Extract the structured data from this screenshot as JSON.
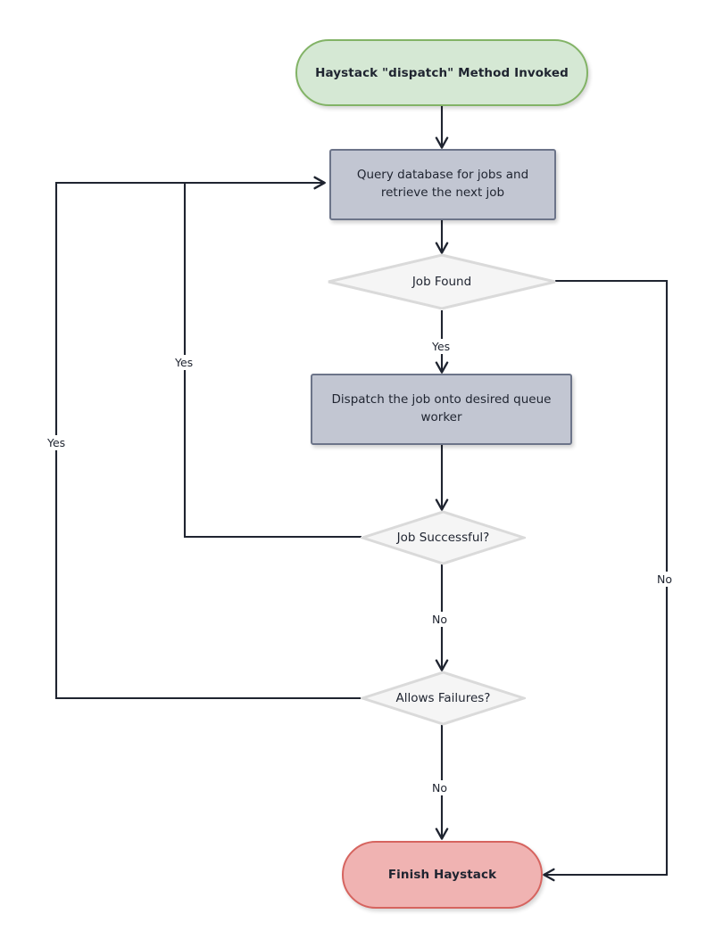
{
  "diagram": {
    "title": "Haystack dispatch flowchart",
    "background": "#ffffff",
    "nodes": {
      "start": {
        "label": "Haystack \"dispatch\" Method Invoked",
        "shape": "terminal",
        "fill": "#d5e8d4",
        "stroke": "#82b366"
      },
      "query_db": {
        "label": "Query database for jobs and retrieve the next job",
        "line1": "Query database for jobs and",
        "line2": "retrieve the next job",
        "shape": "process",
        "fill": "#c2c6d2",
        "stroke": "#6c7489"
      },
      "job_found": {
        "label": "Job Found",
        "shape": "decision",
        "fill": "#f5f5f5",
        "stroke": "#dadada"
      },
      "dispatch_job": {
        "label": "Dispatch the job onto desired queue worker",
        "line1": "Dispatch the job onto desired queue",
        "line2": "worker",
        "shape": "process",
        "fill": "#c2c6d2",
        "stroke": "#6c7489"
      },
      "job_successful": {
        "label": "Job Successful?",
        "shape": "decision",
        "fill": "#f5f5f5",
        "stroke": "#dadada"
      },
      "allows_failures": {
        "label": "Allows Failures?",
        "shape": "decision",
        "fill": "#f5f5f5",
        "stroke": "#dadada"
      },
      "finish": {
        "label": "Finish Haystack",
        "shape": "terminal",
        "fill": "#f0b3b2",
        "stroke": "#d6645f"
      }
    },
    "edge_labels": {
      "job_found_yes": "Yes",
      "job_found_no": "No",
      "job_successful_yes": "Yes",
      "job_successful_no": "No",
      "allows_failures_yes": "Yes",
      "allows_failures_no": "No"
    },
    "edges": [
      {
        "from": "start",
        "to": "query_db",
        "label": ""
      },
      {
        "from": "query_db",
        "to": "job_found",
        "label": ""
      },
      {
        "from": "job_found",
        "to": "dispatch_job",
        "label": "Yes"
      },
      {
        "from": "job_found",
        "to": "finish",
        "label": "No"
      },
      {
        "from": "dispatch_job",
        "to": "job_successful",
        "label": ""
      },
      {
        "from": "job_successful",
        "to": "query_db",
        "label": "Yes"
      },
      {
        "from": "job_successful",
        "to": "allows_failures",
        "label": "No"
      },
      {
        "from": "allows_failures",
        "to": "query_db",
        "label": "Yes"
      },
      {
        "from": "allows_failures",
        "to": "finish",
        "label": "No"
      }
    ]
  }
}
